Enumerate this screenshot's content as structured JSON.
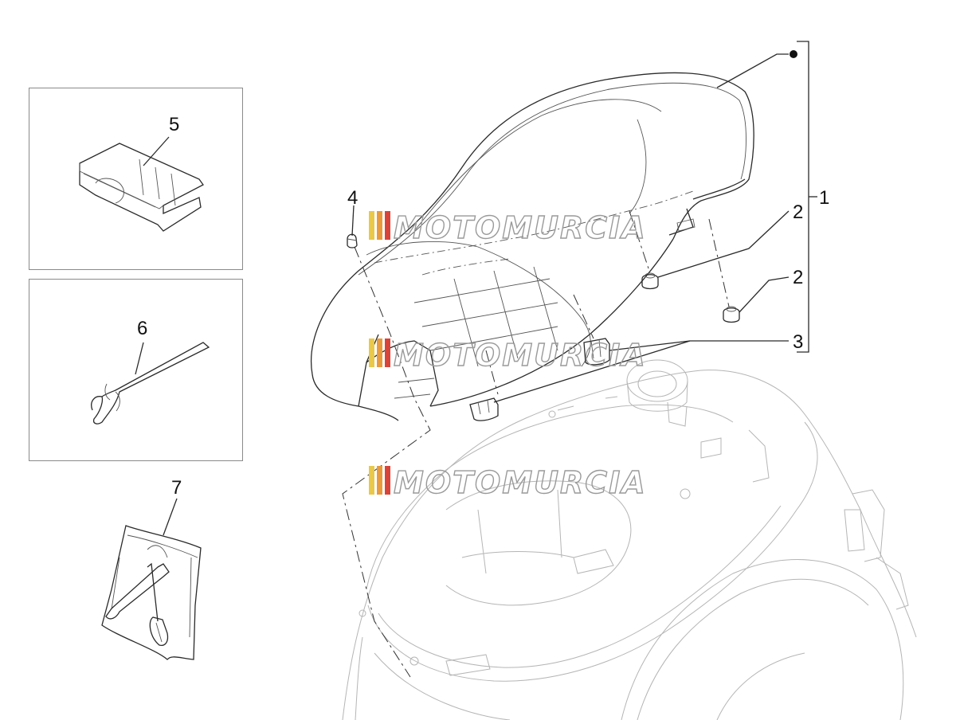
{
  "callouts": {
    "c1": "1",
    "c2a": "2",
    "c2b": "2",
    "c3": "3",
    "c4": "4",
    "c5": "5",
    "c6": "6",
    "c7": "7"
  },
  "watermark": {
    "text": "MOTOMURCIA",
    "stripe_colors": [
      "#e9c84a",
      "#e89a3c",
      "#d9443a"
    ]
  },
  "parts": [
    {
      "ref": "1",
      "icon": "saddle-icon"
    },
    {
      "ref": "2",
      "icon": "rubber-buffer-icon"
    },
    {
      "ref": "3",
      "icon": "seat-pad-icon"
    },
    {
      "ref": "4",
      "icon": "pin-icon"
    },
    {
      "ref": "5",
      "icon": "clip-icon"
    },
    {
      "ref": "6",
      "icon": "spanner-icon"
    },
    {
      "ref": "7",
      "icon": "tool-kit-icon"
    }
  ]
}
